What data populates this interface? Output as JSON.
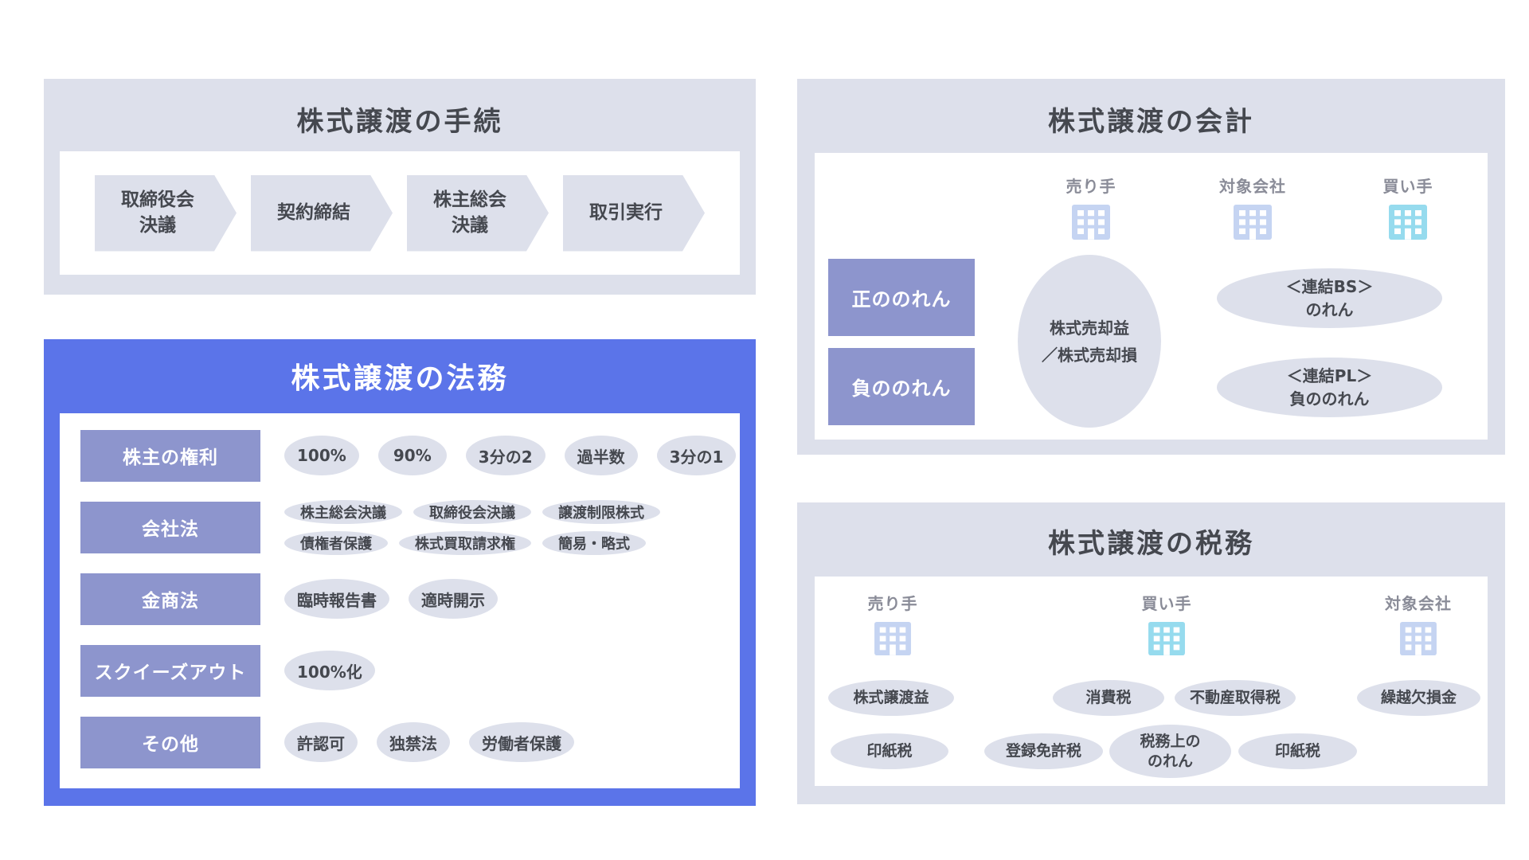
{
  "colors": {
    "panel_bg": "#dde0eb",
    "accent_blue": "#5b74e9",
    "label_purple": "#8d95cd",
    "pill_bg": "#dde0eb",
    "title_text": "#45484f",
    "party_text": "#8a8c98",
    "building_blue": "#c5d4f2",
    "building_teal": "#96dbee"
  },
  "procedure": {
    "title": "株式譲渡の手続",
    "steps": [
      {
        "label": "取締役会\n決議"
      },
      {
        "label": "契約締結"
      },
      {
        "label": "株主総会\n決議"
      },
      {
        "label": "取引実行"
      }
    ]
  },
  "legal": {
    "title": "株式譲渡の法務",
    "rows": [
      {
        "label": "株主の権利",
        "items": [
          "100%",
          "90%",
          "3分の2",
          "過半数",
          "3分の1"
        ]
      },
      {
        "label": "会社法",
        "items_top": [
          "株主総会決議",
          "取締役会決議",
          "譲渡制限株式"
        ],
        "items_bottom": [
          "債権者保護",
          "株式買取請求権",
          "簡易・略式"
        ]
      },
      {
        "label": "金商法",
        "items": [
          "臨時報告書",
          "適時開示"
        ]
      },
      {
        "label": "スクイーズアウト",
        "items": [
          "100%化"
        ]
      },
      {
        "label": "その他",
        "items": [
          "許認可",
          "独禁法",
          "労働者保護"
        ]
      }
    ]
  },
  "accounting": {
    "title": "株式譲渡の会計",
    "parties": [
      {
        "label": "売り手"
      },
      {
        "label": "対象会社"
      },
      {
        "label": "買い手"
      }
    ],
    "goodwill_positive": "正ののれん",
    "goodwill_negative": "負ののれん",
    "gain_loss_circle": "株式売却益\n／株式売却損",
    "bs_goodwill": "＜連結BS＞\nのれん",
    "pl_goodwill": "＜連結PL＞\n負ののれん"
  },
  "tax": {
    "title": "株式譲渡の税務",
    "parties": [
      {
        "label": "売り手"
      },
      {
        "label": "買い手"
      },
      {
        "label": "対象会社"
      }
    ],
    "seller": {
      "row1": "株式譲渡益",
      "row2": "印紙税"
    },
    "buyer": {
      "row1": [
        "消費税",
        "不動産取得税"
      ],
      "row2": [
        "登録免許税",
        "税務上の\nのれん",
        "印紙税"
      ]
    },
    "target": {
      "row1": "繰越欠損金"
    }
  }
}
